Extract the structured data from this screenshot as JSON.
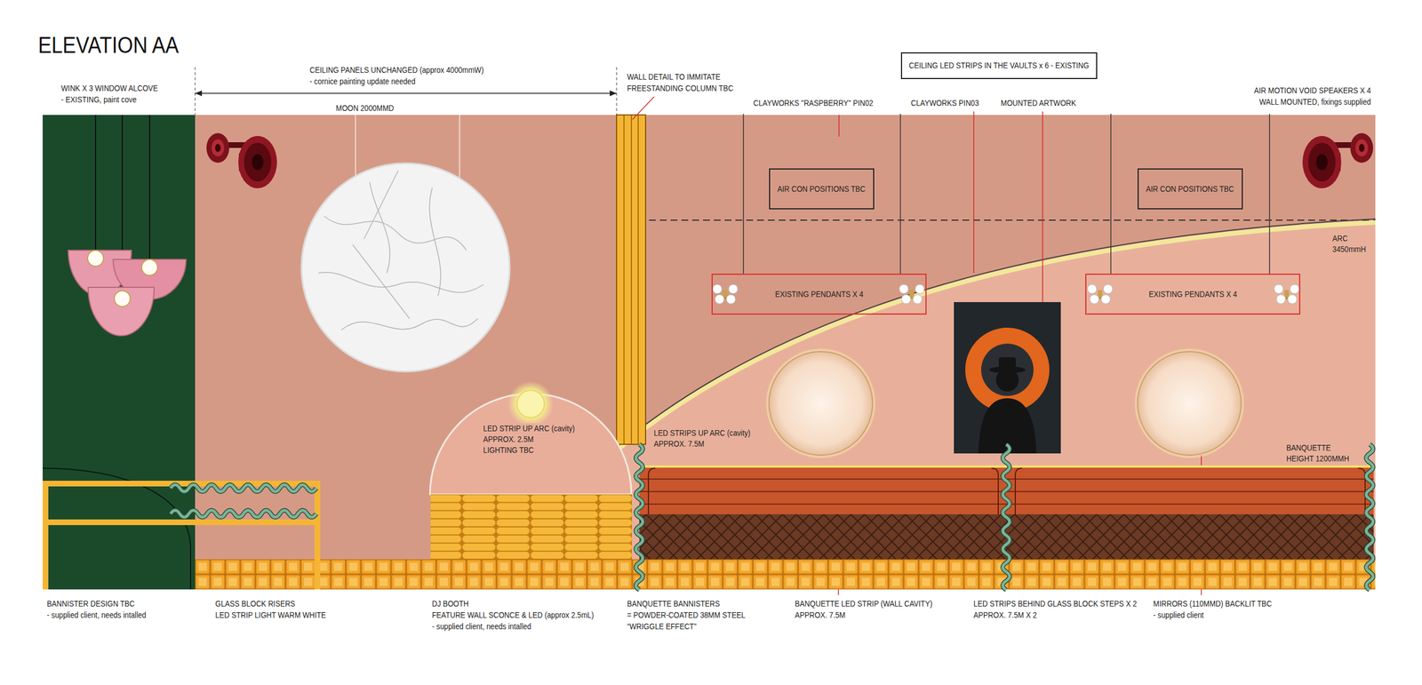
{
  "diagram": {
    "title": "ELEVATION AA",
    "nodes": [
      {
        "text": [
          "CEILING LED STRIPS IN THE VAULTS x 6 - EXISTING"
        ]
      },
      {
        "text": [
          "AIR CON POSITIONS TBC"
        ]
      },
      {
        "text": [
          "AIR CON POSITIONS TBC"
        ]
      },
      {
        "text": [
          "EXISTING PENDANTS X 4"
        ]
      },
      {
        "text": [
          "EXISTING PENDANTS X 4"
        ]
      }
    ],
    "labels": [
      "WINK X 3 WINDOW ALCOVE",
      "- EXISTING, paint cove",
      "CEILING PANELS UNCHANGED (approx 4000mmW)",
      "- cornice painting update needed",
      "MOON 2000MMD",
      "WALL DETAIL TO IMMITATE",
      "FREESTANDING COLUMN TBC",
      "CLAYWORKS \"RASPBERRY\" PIN02",
      "CLAYWORKS PIN03",
      "MOUNTED ARTWORK",
      "AIR MOTION VOID SPEAKERS X 4",
      "WALL MOUNTED, fixings supplied",
      "ARC",
      "3450mmH",
      "LED STRIP UP ARC (cavity)",
      "APPROX. 2.5M",
      "LIGHTING TBC",
      "LED STRIPS UP ARC (cavity)",
      "APPROX. 7.5M",
      "BANQUETTE",
      "HEIGHT 1200MMH",
      "BANNISTER DESIGN TBC",
      "- supplied client, needs intalled",
      "GLASS BLOCK RISERS",
      "LED STRIP LIGHT WARM WHITE",
      "DJ BOOTH",
      "FEATURE WALL SCONCE & LED (approx 2.5mL)",
      "- supplied client, needs intalled",
      "BANQUETTE BANNISTERS",
      "= POWDER-COATED 38MM STEEL",
      "“WRIGGLE EFFECT”",
      "BANQUETTE LED STRIP (WALL CAVITY)",
      "APPROX. 7.5M",
      "LED STRIPS BEHIND GLASS BLOCK STEPS X 2",
      "APPROX. 7.5M X 2",
      "MIRRORS (110MMD) BACKLIT TBC",
      "- supplied client"
    ]
  }
}
